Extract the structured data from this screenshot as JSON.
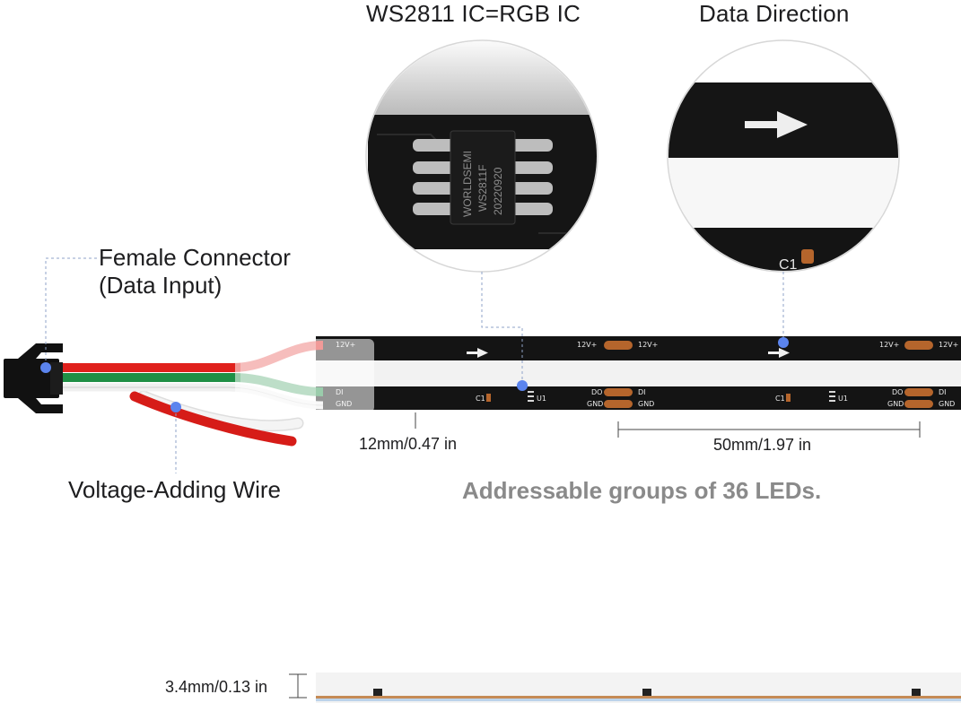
{
  "callouts": {
    "ic_title": "WS2811 IC=RGB IC",
    "direction_title": "Data Direction",
    "connector_line1": "Female Connector",
    "connector_line2": "(Data Input)",
    "wire_label": "Voltage-Adding Wire",
    "headline": "Addressable groups of 36 LEDs."
  },
  "dimensions": {
    "width_label": "12mm/0.47 in",
    "pitch_label": "50mm/1.97 in",
    "thickness_label": "3.4mm/0.13 in"
  },
  "chip": {
    "line1": "WORLDSEMI",
    "line2": "WS2811F",
    "line3": "20220920"
  },
  "pad_labels": {
    "v12": "12V+",
    "di": "DI",
    "do": "DO",
    "gnd": "GND",
    "c1": "C1",
    "u1": "U1"
  },
  "colors": {
    "strip": "#141414",
    "diffuser": "#f2f2f2",
    "pad": "#b5652c",
    "wire_red": "#e0201c",
    "wire_green": "#1f8f45",
    "wire_white": "#f0f0f0",
    "marker": "#5b84ee",
    "leader": "#8fa3c9"
  }
}
